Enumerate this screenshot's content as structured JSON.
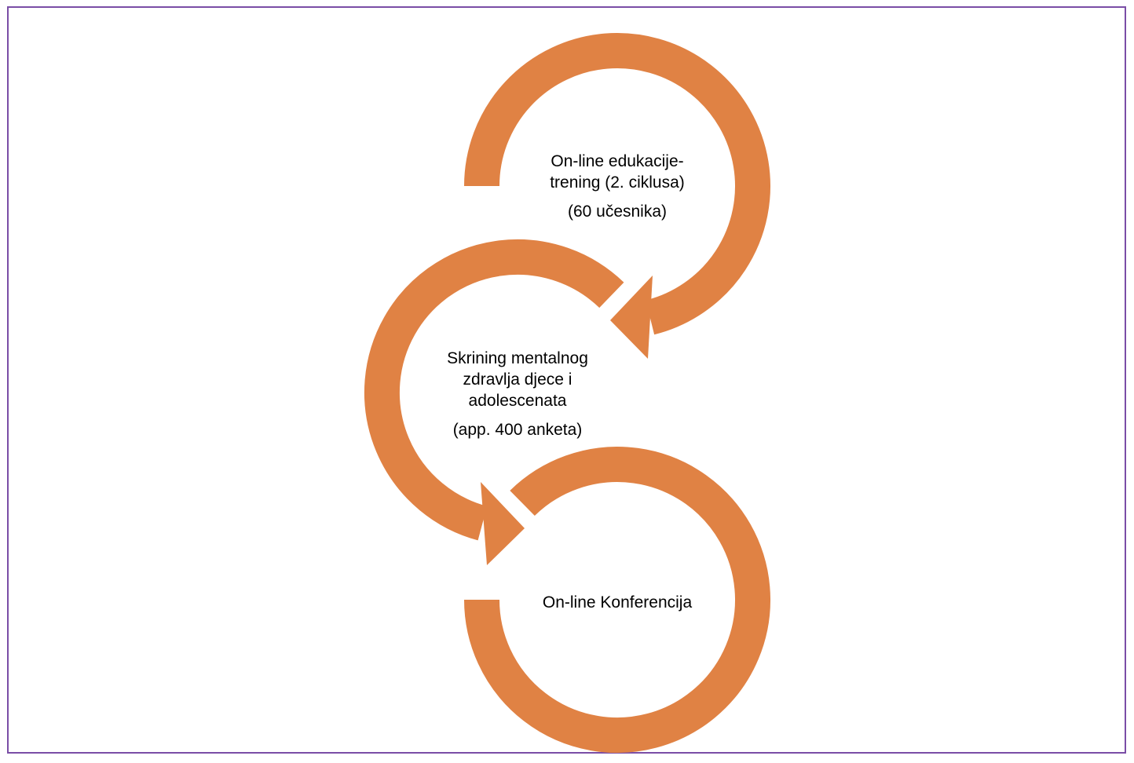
{
  "colors": {
    "arrow": "#e08244",
    "border": "#7a4ea6"
  },
  "steps": [
    {
      "title_line1": "On-line edukacije-",
      "title_line2": "trening (2. ciklusa)",
      "note": "(60 učesnika)"
    },
    {
      "title_line1": "Skrining mentalnog",
      "title_line2": "zdravlja djece i",
      "title_line3": "adolescenata",
      "note": "(app. 400 anketa)"
    },
    {
      "title_line1": "On-line Konferencija"
    }
  ]
}
